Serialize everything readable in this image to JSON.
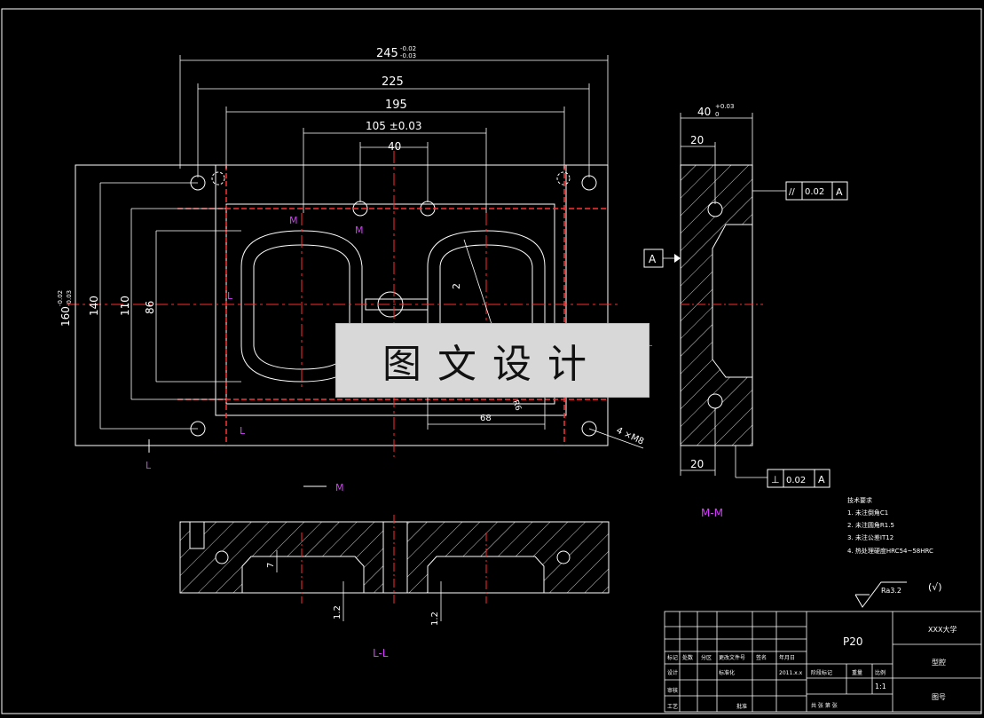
{
  "colors": {
    "background": "#000000",
    "line": "#ffffff",
    "centerline": "#ff2a2a",
    "label": "#d63cff",
    "cooling_channel": "#ff3333"
  },
  "front_view": {
    "dims": {
      "overall_width": "245",
      "overall_width_tol_upper": "-0.02",
      "overall_width_tol_lower": "-0.03",
      "width_225": "225",
      "width_195": "195",
      "width_105": "105 ±0.03",
      "width_40": "40",
      "height_160": "160",
      "height_160_tol_upper": "-0.02",
      "height_160_tol_lower": "-0.03",
      "height_140": "140",
      "height_110": "110",
      "height_86": "86",
      "dim_2": "2",
      "dim_68": "68",
      "dim_r6": "R6",
      "hole_callout": "4 ×M8"
    },
    "section_labels": {
      "m_left": "M",
      "m_left2": "M",
      "l_left": "L",
      "l_right": "L",
      "l_bottom": "L",
      "l_bottom_left": "L",
      "m_bottom": "M"
    }
  },
  "side_view": {
    "dims": {
      "thickness": "40",
      "thickness_tol_upper": "+0.03",
      "thickness_tol_lower": "0",
      "top_20": "20",
      "bottom_20": "20"
    },
    "datum_label": "A",
    "tol_parallel": {
      "symbol": "//",
      "value": "0.02",
      "datum": "A"
    },
    "tol_perp": {
      "symbol": "⊥",
      "value": "0.02",
      "datum": "A"
    },
    "section_title": "M-M"
  },
  "bottom_view": {
    "dims": {
      "dim_7": "7",
      "dim_12_left": "1.2",
      "dim_12_right": "1.2"
    },
    "section_title": "L-L"
  },
  "notes": {
    "heading": "技术要求",
    "items": [
      "1. 未注倒角C1",
      "2. 未注圆角R1.5",
      "3. 未注公差IT12",
      "4. 热处理硬度HRC54~58HRC"
    ]
  },
  "roughness": {
    "label": "Ra3.2",
    "suffix": "(√)"
  },
  "title_block": {
    "part_name": "P20",
    "school": "XXX大学",
    "drawing_name": "型腔",
    "drawing_no": "图号",
    "scale": "1:1",
    "row_labels": [
      "标记",
      "处数",
      "分区",
      "更改文件号",
      "签名",
      "年月日"
    ],
    "row_labels2": [
      "设计",
      "标准化",
      "阶段标记",
      "重量",
      "比例"
    ],
    "row_labels3": [
      "审核",
      "工艺",
      "批准",
      "共 张 第 张"
    ],
    "date_text": "2011.x.x"
  },
  "watermark": "图文设计"
}
